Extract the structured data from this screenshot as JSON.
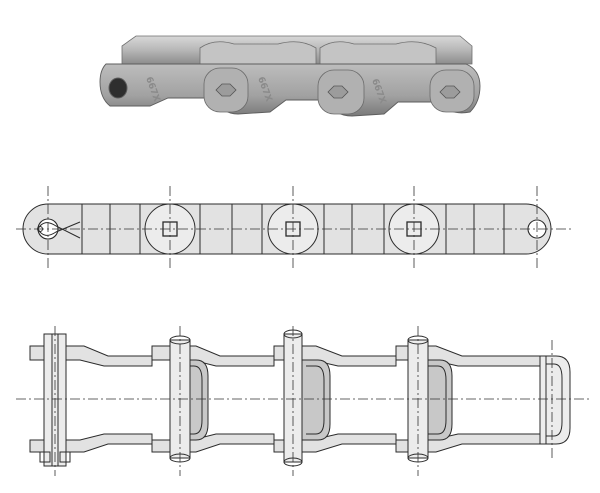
{
  "figure": {
    "title": "",
    "views": [
      "product-photo",
      "side-view",
      "top-view"
    ],
    "stamp_text": "667X",
    "colors": {
      "line": "#2b2b2b",
      "plate_fill": "#e2e2e2",
      "metal_light": "#c9c9c9",
      "metal_shadow": "#7f7f7f",
      "background": "#ffffff"
    }
  }
}
